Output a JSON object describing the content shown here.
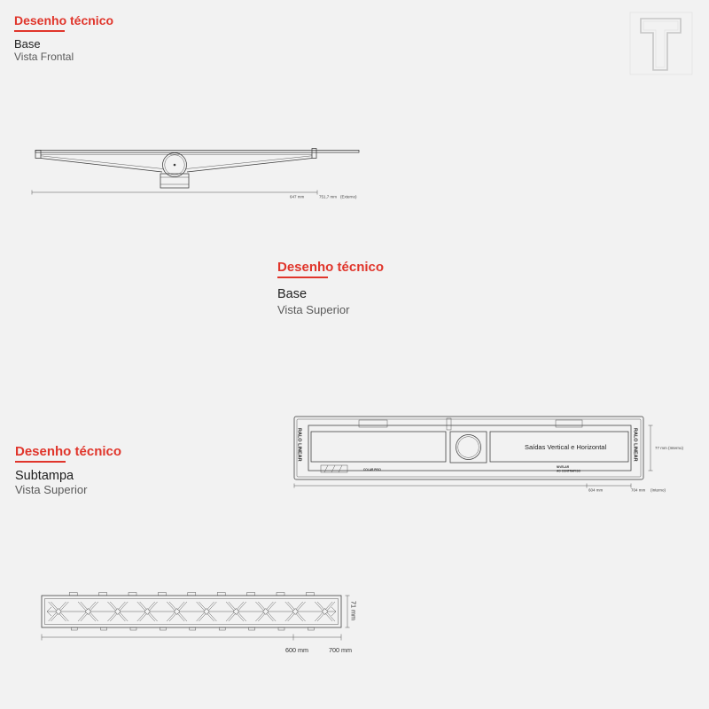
{
  "logo": {
    "icon": "t-logo-icon"
  },
  "colors": {
    "accent": "#e0352b",
    "background": "#f2f2f2",
    "text": "#1e1e1e",
    "line": "#3a3a3a"
  },
  "sections": [
    {
      "heading": "Desenho técnico",
      "title": "Base",
      "subtitle": "Vista Frontal",
      "dimensions": {
        "inner": "647 mm",
        "outer": "751,7 mm",
        "note": "(Externo)"
      }
    },
    {
      "heading": "Desenho técnico",
      "title": "Base",
      "subtitle": "Vista Superior",
      "labels": {
        "side_left": "RALO LINEAR",
        "side_right": "RALO LINEAR",
        "center": "Saídas Vertical e Horizontal",
        "bottom_left": "COLAR PISO",
        "bottom_right": [
          "NIVELAR",
          "AO CONTRAPISO"
        ]
      },
      "dimensions": {
        "height": "77 mm",
        "height_note": "(Interno)",
        "inner": "604 mm",
        "outer": "704 mm",
        "note": "(Interno)"
      }
    },
    {
      "heading": "Desenho técnico",
      "title": "Subtampa",
      "subtitle": "Vista Superior",
      "dimensions": {
        "height": "71 mm",
        "inner": "600 mm",
        "outer": "700 mm"
      }
    }
  ]
}
